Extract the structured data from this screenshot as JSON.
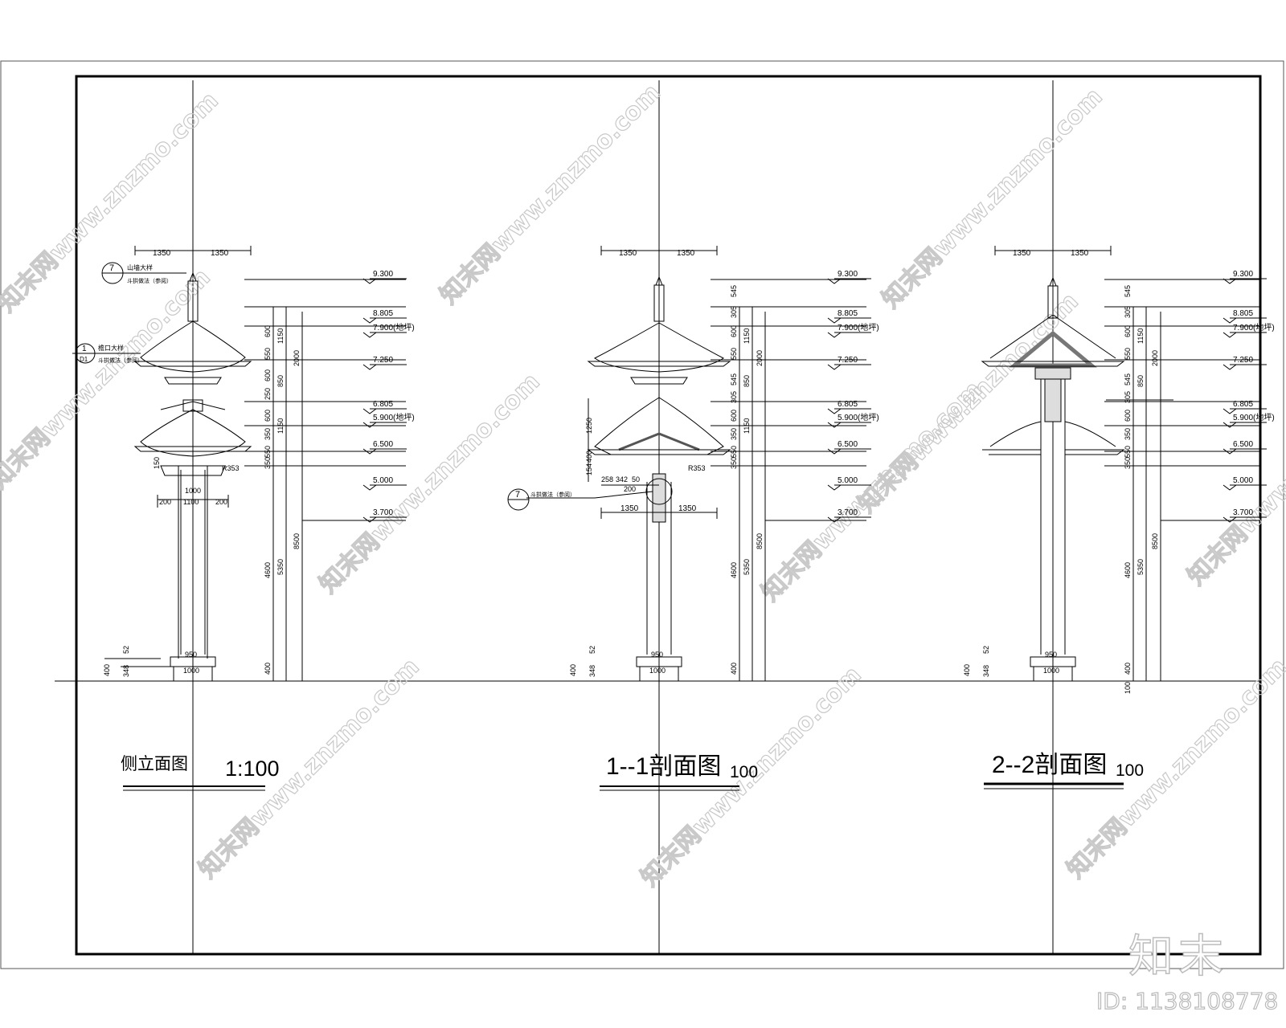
{
  "titles": {
    "side": {
      "label": "侧立面图",
      "scale": "1:100"
    },
    "s1": {
      "label": "1--1剖面图",
      "scale": "100"
    },
    "s2": {
      "label": "2--2剖面图",
      "scale": "100"
    }
  },
  "elevations": [
    "9.300",
    "8.805",
    "7.900(地坪)",
    "7.250",
    "6.805",
    "5.900(地坪)",
    "6.500",
    "5.000",
    "3.700"
  ],
  "dims": {
    "top": [
      "1350",
      "1350"
    ],
    "left_col": [
      "600",
      "550",
      "600",
      "250",
      "600",
      "350",
      "550",
      "350"
    ],
    "left_col2": [
      "1150",
      "850",
      "1150",
      "2000"
    ],
    "s_col": [
      "545",
      "305",
      "545",
      "305"
    ],
    "tall": [
      "4600",
      "5350",
      "8500"
    ],
    "base": [
      "400",
      "348",
      "52",
      "950",
      "1000",
      "100"
    ],
    "side_mid": [
      "1000",
      "200",
      "1100",
      "200",
      "150",
      "R353"
    ],
    "s1_extra": [
      "1250",
      "154",
      "400",
      "258",
      "342",
      "50",
      "200",
      "1350",
      "1350"
    ]
  },
  "callouts": {
    "c1_top": "山墙大样",
    "c1_bot": "斗拱做法（参阅）",
    "c2_top": "檐口大样",
    "c2_bot": "斗拱做法（参阅）",
    "c3": "斗拱做法（参阅）",
    "num_7": "7",
    "num_1": "1",
    "sheet_d1": "D1"
  },
  "watermark": "知末网www.znzmo.com",
  "brand": "知末",
  "image_id": "ID: 1138108778"
}
